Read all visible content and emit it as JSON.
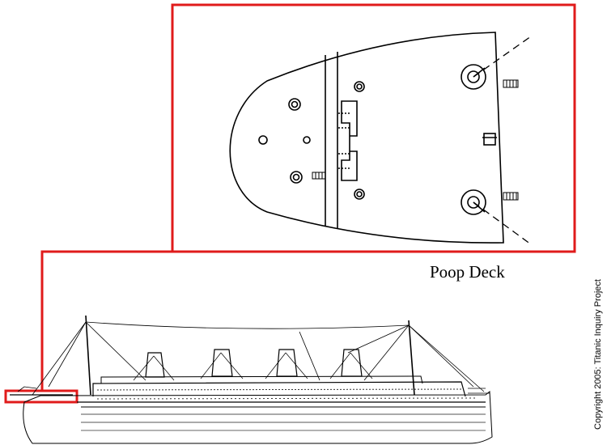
{
  "diagram": {
    "title": "Poop Deck",
    "copyright": "Copyright 2005: Titanic Inquiry Project"
  },
  "colors": {
    "highlight": "#e01b1b",
    "ink": "#000000",
    "background": "#ffffff"
  },
  "icons": [
    "capstan-icon",
    "bollard-icon",
    "vent-icon",
    "ship-profile"
  ]
}
